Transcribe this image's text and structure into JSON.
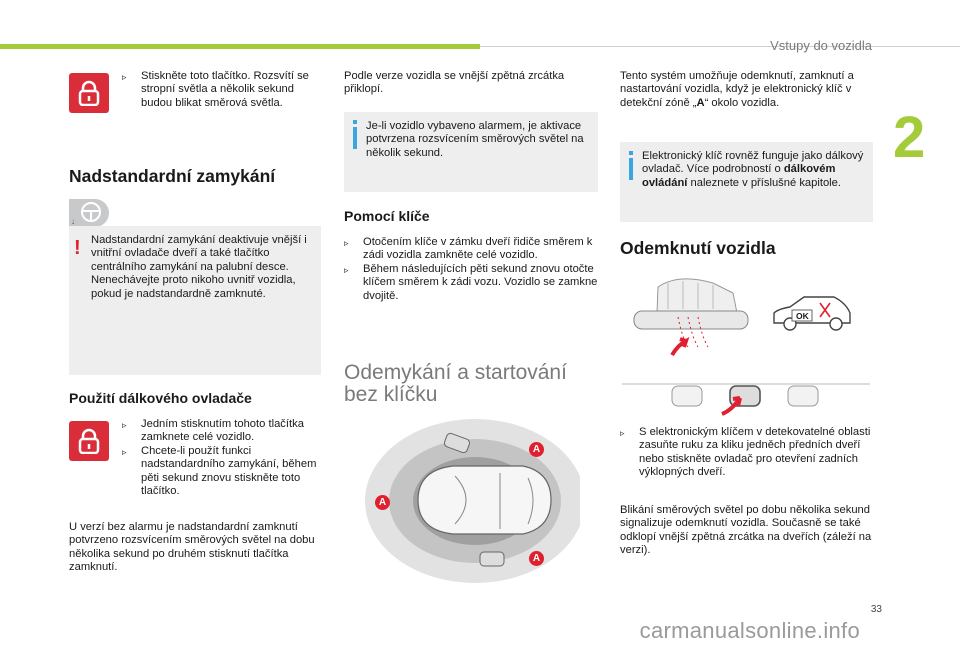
{
  "header": {
    "section_title": "Vstupy do vozidla",
    "chapter_number": "2"
  },
  "footer": {
    "page_number": "33",
    "watermark": "carmanualsonline.info"
  },
  "col1": {
    "lock_intro_bullet": "Stiskněte toto tlačítko. Rozsvítí se stropní světla a několik sekund budou blikat směrová světla.",
    "deadlock_heading": "Nadstandardní zamykání",
    "deadlock_warning": "Nadstandardní zamykání deaktivuje vnější i vnitřní ovladače dveří a také tlačítko centrálního zamykání na palubní desce. Nenechávejte proto nikoho uvnitř vozidla, pokud je nadstandardně zamknuté.",
    "remote_heading": "Použití dálkového ovladače",
    "remote_bullets": [
      "Jedním stisknutím tohoto tlačítka zamknete celé vozidlo.",
      "Chcete-li použít funkci nadstandardního zamykání, během pěti sekund znovu stiskněte toto tlačítko."
    ],
    "alarm_note": "U verzí bez alarmu je nadstandardní zamknutí potvrzeno rozsvícením směrových světel na dobu několika sekund po druhém stisknutí tlačítka zamknutí."
  },
  "col2": {
    "mirror_text": "Podle verze vozidla se vnější zpětná zrcátka přiklopí.",
    "alarm_info": "Je-li vozidlo vybaveno alarmem, je aktivace potvrzena rozsvícením směrových světel na několik sekund.",
    "key_heading": "Pomocí klíče",
    "key_bullets": [
      "Otočením klíče v zámku dveří řidiče směrem k zádi vozidla zamkněte celé vozidlo.",
      "Během následujících pěti sekund znovu otočte klíčem směrem k zádi vozu. Vozidlo se zamkne dvojitě."
    ],
    "keyless_heading": "Odemykání a startování bez klíčku",
    "zone_label": "A"
  },
  "col3": {
    "intro_text_1": "Tento systém umožňuje odemknutí, zamknutí a nastartování vozidla, když je elektronický klíč v detekční zóně „",
    "intro_zone": "A",
    "intro_text_2": "“ okolo vozidla.",
    "remote_info_1": "Elektronický klíč rovněž funguje jako dálkový ovladač. Více podrobností o ",
    "remote_info_bold": "dálkovém ovládání",
    "remote_info_2": " naleznete v příslušné kapitole.",
    "unlock_heading": "Odemknutí vozidla",
    "ok_label": "OK",
    "unlock_bullet": "S elektronickým klíčem v detekovatelné oblasti zasuňte ruku za kliku jedněch předních dveří nebo stiskněte ovladač pro otevření zadních výklopných dveří.",
    "final_text": "Blikání směrových světel po dobu několika sekund signalizuje odemknutí vozidla. Současně se také odklopí vnější zpětná zrcátka na dveřích (záleží na verzi)."
  },
  "colors": {
    "accent_green": "#a4cc3a",
    "lock_red": "#d92e3a",
    "warning_red": "#e0202e",
    "info_blue": "#3aa5e0",
    "box_gray": "#eeeeee"
  },
  "icons": [
    "lock-button-icon",
    "steering-wheel-icon",
    "warning-icon",
    "info-icon",
    "bullet-arrow-icon"
  ]
}
